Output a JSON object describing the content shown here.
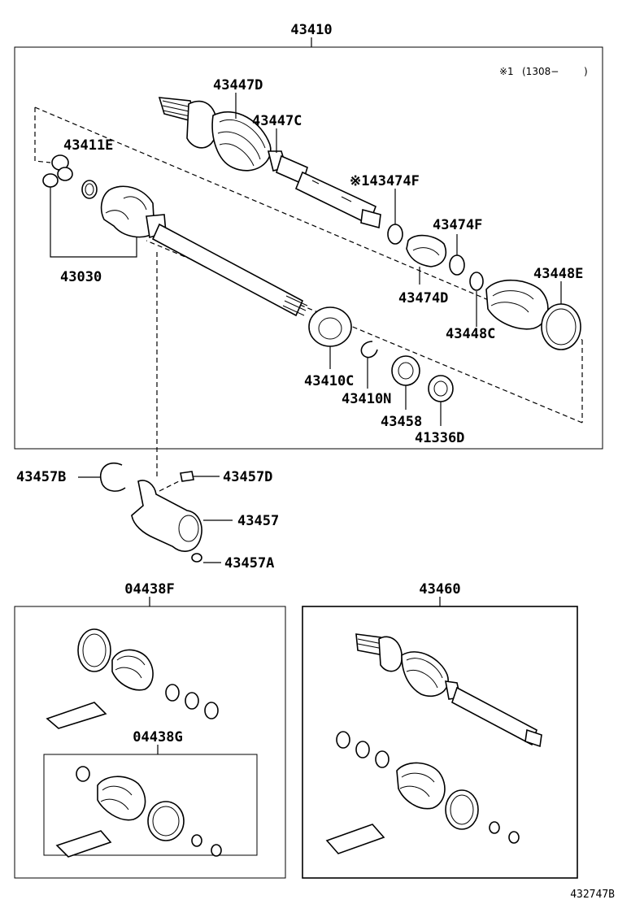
{
  "labels": {
    "main_assembly": "43410",
    "outer_shaft_left": "43447D",
    "outer_boot_right": "43447C",
    "tripod_set": "43411E",
    "inner_joint": "43030",
    "ring_star": "※143474F",
    "ring_small": "43474F",
    "damper": "43474D",
    "boot_clamp_large": "43448E",
    "boot_clamp_small": "43448C",
    "bearing": "43410C",
    "snap_ring": "43410N",
    "seal_a": "43458",
    "seal_b": "41336D",
    "bracket_ring": "43457B",
    "bracket_bolt_top": "43457D",
    "bracket": "43457",
    "bracket_bolt_bottom": "43457A",
    "boot_kit_outer": "04438F",
    "boot_kit_inner": "04438G",
    "outer_joint_assy": "43460",
    "footer_code": "432747B"
  },
  "note": {
    "symbol": "※1",
    "range": "(1308−",
    "close": ")"
  }
}
